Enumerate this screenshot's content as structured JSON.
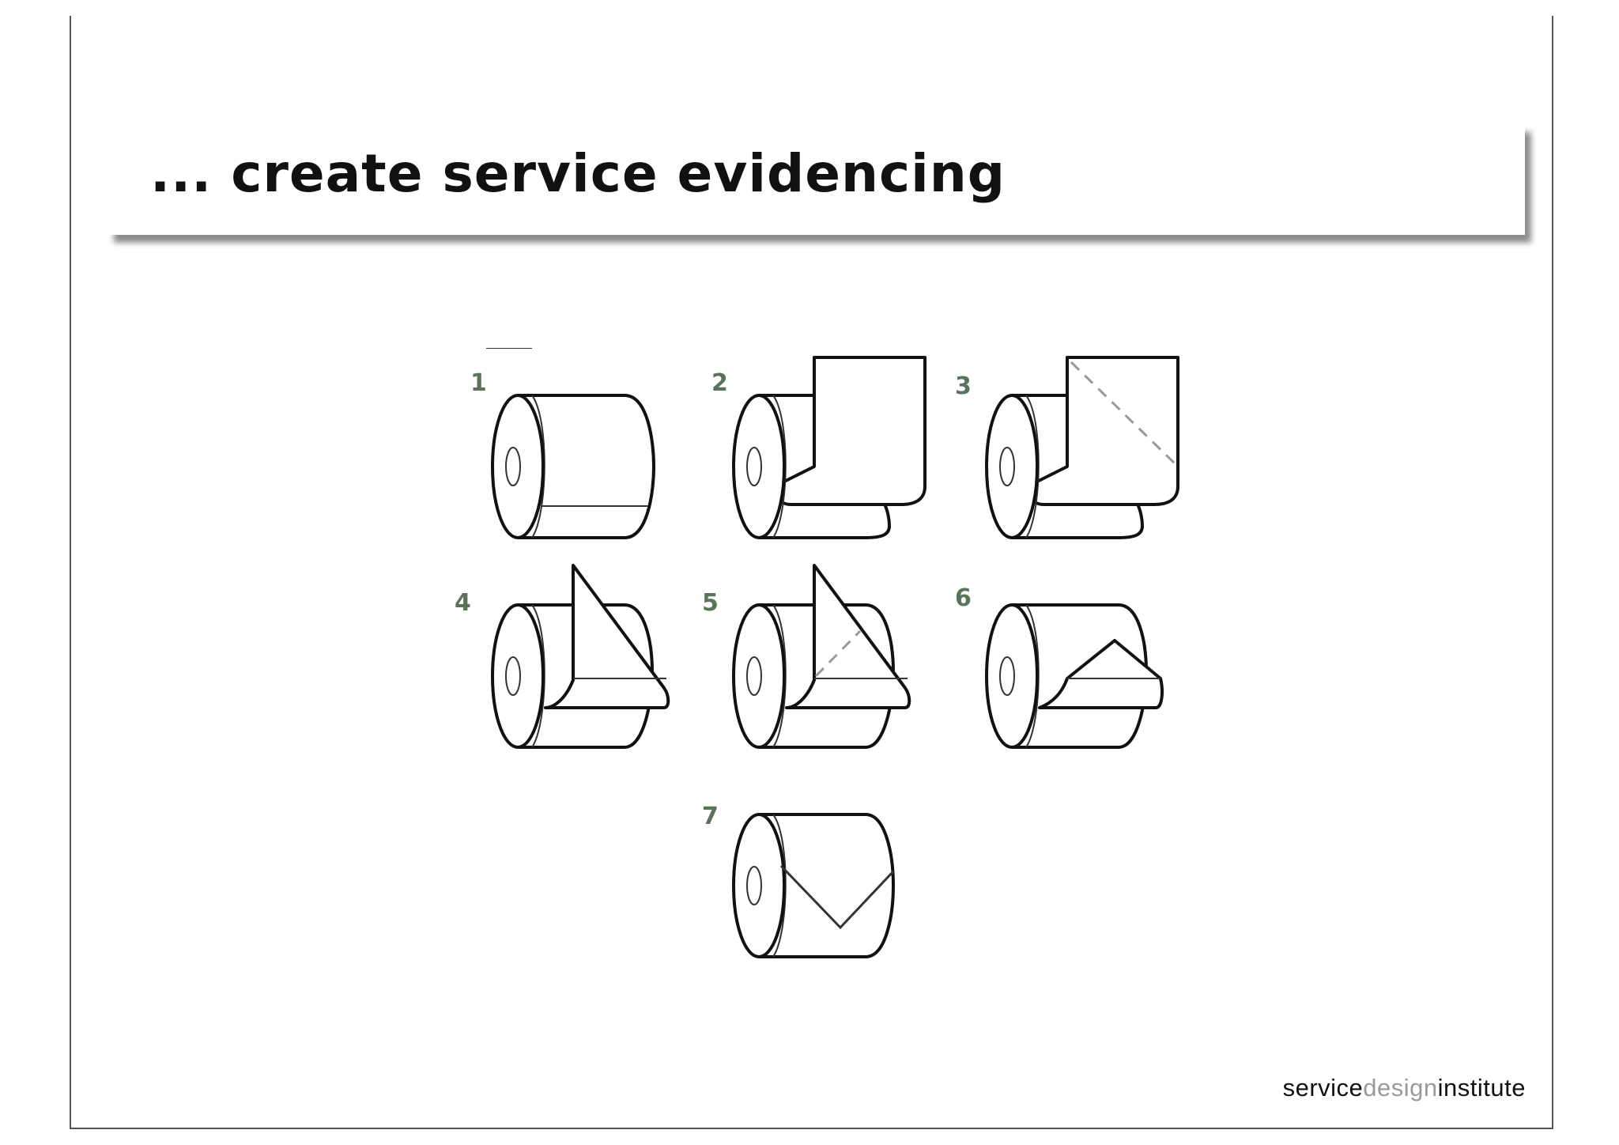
{
  "slide": {
    "title": "... create service evidencing"
  },
  "figure": {
    "steps": [
      "1",
      "2",
      "3",
      "4",
      "5",
      "6",
      "7"
    ],
    "number_color": "#5b735b"
  },
  "branding": {
    "part1": "service",
    "part2": "design",
    "part3": "institute",
    "accent_color": "#9a9a9a"
  }
}
